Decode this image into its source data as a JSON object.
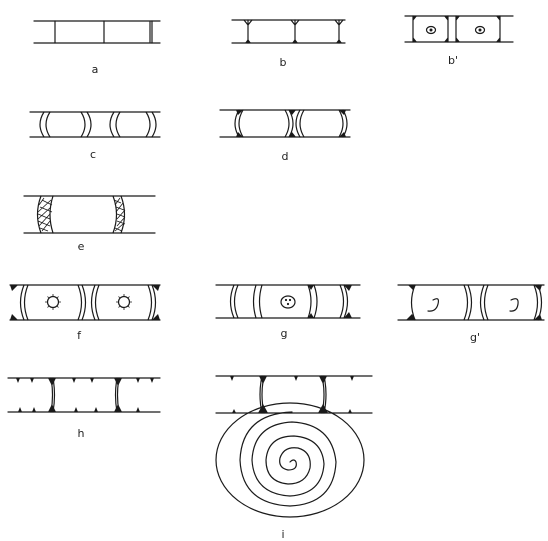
{
  "panels": [
    {
      "id": "a",
      "label": "a"
    },
    {
      "id": "b",
      "label": "b"
    },
    {
      "id": "b_prime",
      "label": "b'"
    },
    {
      "id": "c",
      "label": "c"
    },
    {
      "id": "d",
      "label": "d"
    },
    {
      "id": "e",
      "label": "e"
    },
    {
      "id": "f",
      "label": "f"
    },
    {
      "id": "g",
      "label": "g"
    },
    {
      "id": "g_prime",
      "label": "g'"
    },
    {
      "id": "h",
      "label": "h"
    },
    {
      "id": "i",
      "label": "i"
    }
  ]
}
